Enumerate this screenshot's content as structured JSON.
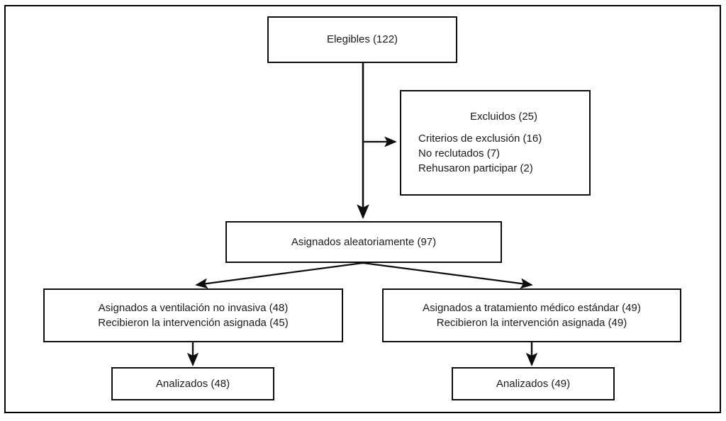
{
  "figure": {
    "type": "flow-diagram",
    "title": "",
    "language": "es",
    "frame_color": "#000000",
    "box_border_color": "#0d0d0d",
    "text_color": "#1a1a1a",
    "background": "#ffffff"
  },
  "nodes": {
    "eligible": {
      "label": "Elegibles (122)",
      "count": 122
    },
    "excluded": {
      "heading": "Excluidos (25)",
      "count": 25,
      "reasons": [
        "Criterios de exclusión (16)",
        "No reclutados (7)",
        "Rehusaron participar (2)"
      ]
    },
    "randomized": {
      "label": "Asignados aleatoriamente (97)",
      "count": 97
    },
    "arm_left": {
      "line1": "Asignados a ventilación no invasiva (48)",
      "line2": "Recibieron la intervención asignada (45)",
      "allocated": 48,
      "received": 45
    },
    "arm_right": {
      "line1": "Asignados a tratamiento médico estándar (49)",
      "line2": "Recibieron la intervención asignada (49)",
      "allocated": 49,
      "received": 49
    },
    "analyzed_left": {
      "label": "Analizados (48)",
      "count": 48
    },
    "analyzed_right": {
      "label": "Analizados (49)",
      "count": 49
    }
  },
  "connectors": [
    {
      "name": "eligible-to-randomized",
      "style": "vertical-arrow"
    },
    {
      "name": "eligible-to-excluded",
      "style": "horizontal-arrow"
    },
    {
      "name": "randomized-to-arm-left",
      "style": "diagonal-arrow"
    },
    {
      "name": "randomized-to-arm-right",
      "style": "diagonal-arrow"
    },
    {
      "name": "arm-left-to-analyzed-left",
      "style": "vertical-arrow"
    },
    {
      "name": "arm-right-to-analyzed-right",
      "style": "vertical-arrow"
    }
  ]
}
